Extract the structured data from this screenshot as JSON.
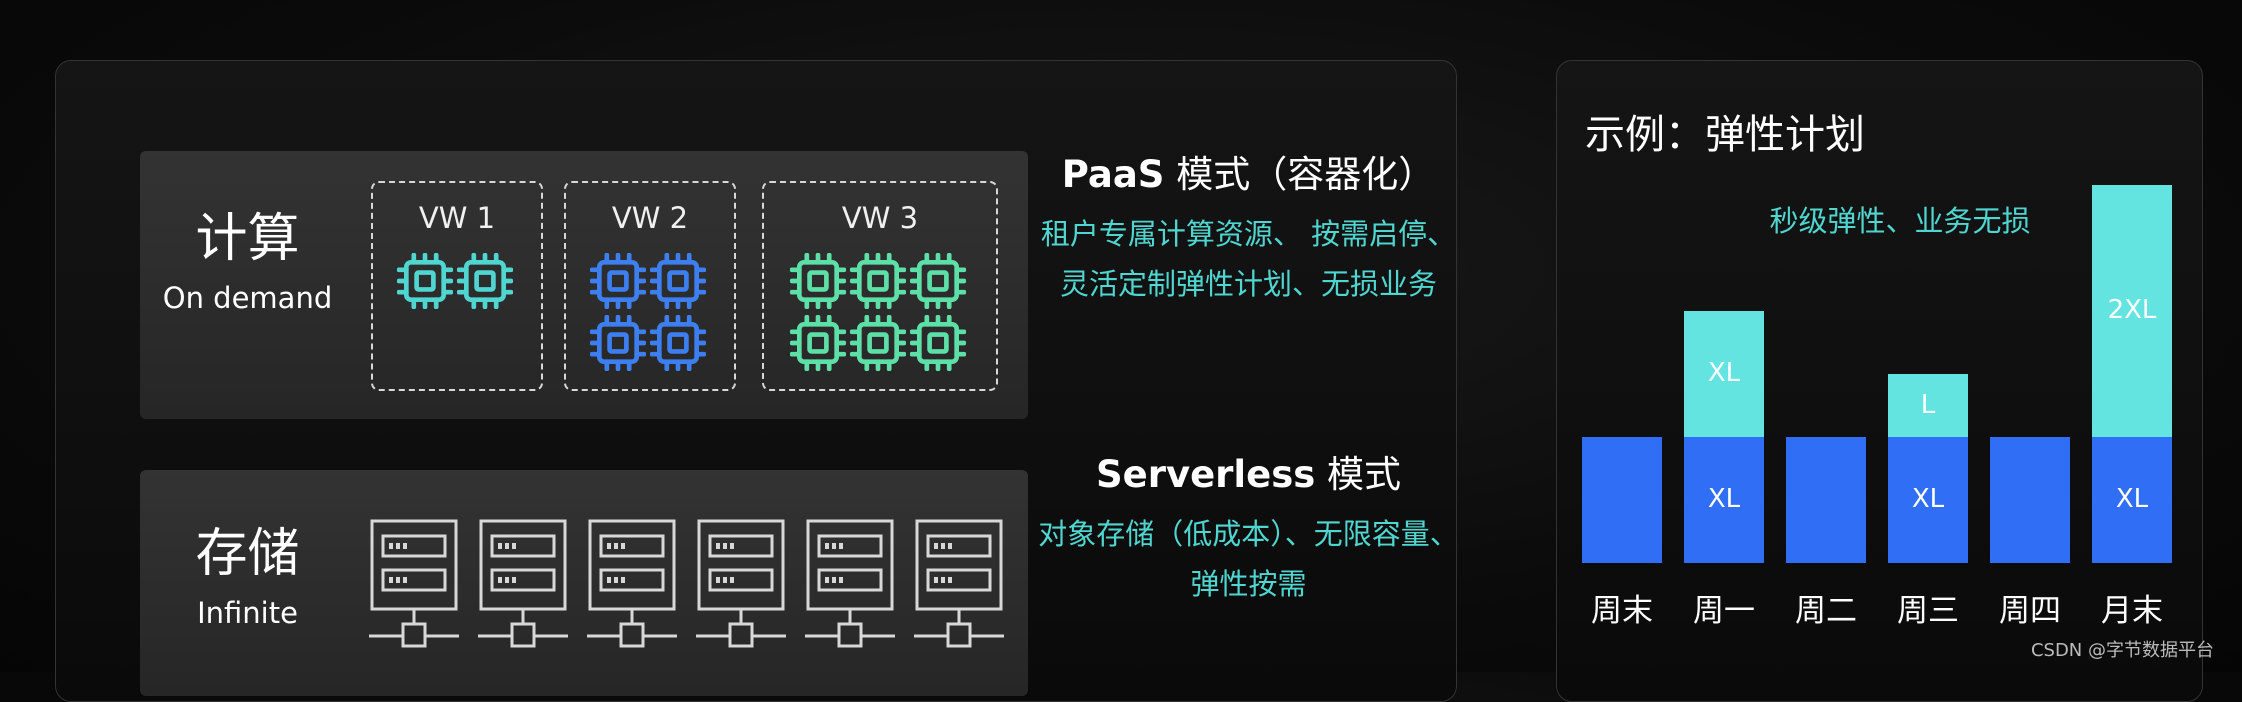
{
  "compute": {
    "title": "计算",
    "subtitle": "On demand",
    "warehouses": [
      "VW 1",
      "VW 2",
      "VW 3"
    ],
    "chip_colors": [
      "#4fd6d0",
      "#3d7ff0",
      "#5de0a8"
    ],
    "mode_title": "PaaS",
    "mode_suffix": " 模式（容器化）",
    "desc_line1": "租户专属计算资源、 按需启停、",
    "desc_line2": "灵活定制弹性计划、无损业务"
  },
  "storage": {
    "title": "存储",
    "subtitle": "Infinite",
    "server_icon": "server-rack-icon",
    "mode_title": "Serverless",
    "mode_suffix": " 模式",
    "desc_line1": "对象存储（低成本）、无限容量、",
    "desc_line2": "弹性按需"
  },
  "example": {
    "title": "示例：弹性计划",
    "subtitle": "秒级弹性、业务无损",
    "colors": {
      "base": "#2f6ef5",
      "extra": "#63e4e0"
    },
    "days": [
      {
        "day": "周末",
        "base": 1,
        "base_label": "",
        "extra": 0,
        "extra_label": ""
      },
      {
        "day": "周一",
        "base": 1,
        "base_label": "XL",
        "extra": 1,
        "extra_label": "XL"
      },
      {
        "day": "周二",
        "base": 1,
        "base_label": "",
        "extra": 0,
        "extra_label": ""
      },
      {
        "day": "周三",
        "base": 1,
        "base_label": "XL",
        "extra": 0.5,
        "extra_label": "L"
      },
      {
        "day": "周四",
        "base": 1,
        "base_label": "",
        "extra": 0,
        "extra_label": ""
      },
      {
        "day": "月末",
        "base": 1,
        "base_label": "XL",
        "extra": 2,
        "extra_label": "2XL"
      }
    ]
  },
  "watermark": "CSDN @字节数据平台"
}
